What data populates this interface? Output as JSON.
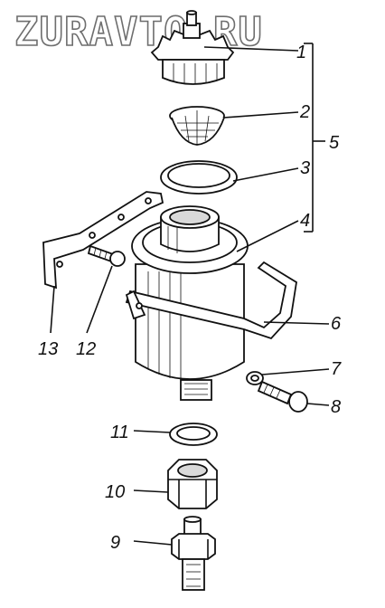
{
  "watermark": "ZURAVTO.RU",
  "callouts": [
    "1",
    "2",
    "3",
    "4",
    "5",
    "6",
    "7",
    "8",
    "9",
    "10",
    "11",
    "12",
    "13"
  ]
}
